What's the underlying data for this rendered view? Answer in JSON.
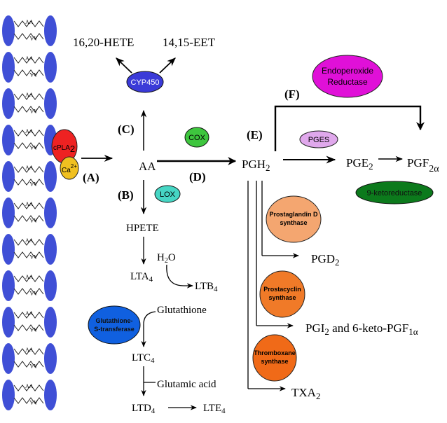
{
  "colors": {
    "membrane_head": "#3f4fd6",
    "cpla2": "#ee2222",
    "ca": "#f0c020",
    "cyp450": "#3a3ad8",
    "cox": "#3ec63e",
    "lox": "#46d6c4",
    "pges": "#e0a8ec",
    "endoperoxide": "#e010d8",
    "ketoreductase": "#0c7a1c",
    "pgd_synthase": "#f4a670",
    "pgi_synthase": "#f07a28",
    "tx_synthase": "#f06a18",
    "glutathione_transferase": "#1060e0"
  },
  "membrane": {
    "head_label": "AA",
    "tail_label": "AA"
  },
  "steps": {
    "a": "(A)",
    "b": "(B)",
    "c": "(C)",
    "d": "(D)",
    "e": "(E)",
    "f": "(F)"
  },
  "enzymes": {
    "cpla": "cPLA",
    "cpla_sub": "2",
    "ca": "Ca",
    "ca_sup": "2+",
    "cyp450": "CYP450",
    "cox": "COX",
    "lox": "LOX",
    "pges": "PGES",
    "endoperoxide_line1": "Endoperoxide",
    "endoperoxide_line2": "Reductase",
    "ketoreductase": "9-ketoreductase",
    "pgd_line1": "Prostaglandin D",
    "pgd_line2": "synthase",
    "pgi_line1": "Prostacyclin",
    "pgi_line2": "synthase",
    "tx_line1": "Thromboxane",
    "tx_line2": "synthase",
    "gst_line1": "Glutathione-",
    "gst_line2": "S-transferase"
  },
  "metabolites": {
    "hete": "16,20-HETE",
    "eet": "14,15-EET",
    "aa": "AA",
    "hpete": "HPETE",
    "lta": "LTA",
    "lta_sub": "4",
    "ltb": "LTB",
    "ltb_sub": "4",
    "h2o": "H",
    "h2o_sub": "2",
    "h2o_end": "O",
    "glutathione": "Glutathione",
    "ltc": "LTC",
    "ltc_sub": "4",
    "glutamic": "Glutamic acid",
    "ltd": "LTD",
    "ltd_sub": "4",
    "lte": "LTE",
    "lte_sub": "4",
    "pgh": "PGH",
    "pgh_sub": "2",
    "pge": "PGE",
    "pge_sub": "2",
    "pgf": "PGF",
    "pgf_sub": "2α",
    "pgd": "PGD",
    "pgd_sub": "2",
    "pgi": "PGI",
    "pgi_sub": "2",
    "pgi_mid": " and 6-keto-PGF",
    "pgi_sub2": "1α",
    "txa": "TXA",
    "txa_sub": "2"
  }
}
